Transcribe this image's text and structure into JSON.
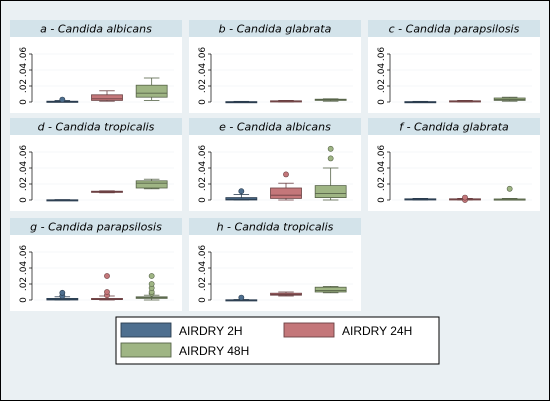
{
  "chart_data": {
    "type": "box",
    "y_ticks": [
      0,
      0.02,
      0.04,
      0.06
    ],
    "y_tick_labels": [
      "0",
      ".02",
      ".04",
      ".06"
    ],
    "ylim": [
      0,
      0.07
    ],
    "series": [
      {
        "name": "AIRDRY 2H",
        "color": "#4e6f8f"
      },
      {
        "name": "AIRDRY 24H",
        "color": "#c4777a"
      },
      {
        "name": "AIRDRY 48H",
        "color": "#9fb584"
      }
    ],
    "panels": [
      {
        "title": "a - Candida albicans",
        "boxes": [
          {
            "min": 0.0,
            "q1": 0.0,
            "median": 0.0005,
            "q3": 0.001,
            "max": 0.002,
            "outliers": [
              0.003
            ]
          },
          {
            "min": 0.001,
            "q1": 0.002,
            "median": 0.004,
            "q3": 0.009,
            "max": 0.014,
            "outliers": []
          },
          {
            "min": 0.002,
            "q1": 0.006,
            "median": 0.011,
            "q3": 0.021,
            "max": 0.03,
            "outliers": []
          }
        ]
      },
      {
        "title": "b - Candida glabrata",
        "boxes": [
          {
            "min": 0.0,
            "q1": 0.0,
            "median": 0.0,
            "q3": 0.0005,
            "max": 0.0008,
            "outliers": []
          },
          {
            "min": 0.0,
            "q1": 0.0005,
            "median": 0.001,
            "q3": 0.0015,
            "max": 0.002,
            "outliers": []
          },
          {
            "min": 0.001,
            "q1": 0.002,
            "median": 0.0025,
            "q3": 0.0035,
            "max": 0.004,
            "outliers": []
          }
        ]
      },
      {
        "title": "c - Candida parapsilosis",
        "boxes": [
          {
            "min": 0.0,
            "q1": 0.0,
            "median": 0.0,
            "q3": 0.0005,
            "max": 0.0008,
            "outliers": []
          },
          {
            "min": 0.0,
            "q1": 0.0005,
            "median": 0.001,
            "q3": 0.0015,
            "max": 0.002,
            "outliers": []
          },
          {
            "min": 0.001,
            "q1": 0.002,
            "median": 0.003,
            "q3": 0.005,
            "max": 0.006,
            "outliers": []
          }
        ]
      },
      {
        "title": "d - Candida tropicalis",
        "boxes": [
          {
            "min": 0.0,
            "q1": 0.0,
            "median": 0.0,
            "q3": 0.0003,
            "max": 0.0005,
            "outliers": []
          },
          {
            "min": 0.009,
            "q1": 0.0095,
            "median": 0.0105,
            "q3": 0.011,
            "max": 0.0115,
            "outliers": []
          },
          {
            "min": 0.014,
            "q1": 0.015,
            "median": 0.021,
            "q3": 0.024,
            "max": 0.026,
            "outliers": []
          }
        ]
      },
      {
        "title": "e - Candida albicans",
        "boxes": [
          {
            "min": 0.0,
            "q1": 0.0,
            "median": 0.001,
            "q3": 0.003,
            "max": 0.007,
            "outliers": [
              0.011
            ]
          },
          {
            "min": 0.0,
            "q1": 0.002,
            "median": 0.006,
            "q3": 0.015,
            "max": 0.021,
            "outliers": [
              0.032
            ]
          },
          {
            "min": 0.0,
            "q1": 0.003,
            "median": 0.008,
            "q3": 0.018,
            "max": 0.04,
            "outliers": [
              0.052,
              0.064
            ]
          }
        ]
      },
      {
        "title": "f - Candida glabrata",
        "boxes": [
          {
            "min": 0.0,
            "q1": 0.0,
            "median": 0.0005,
            "q3": 0.0015,
            "max": 0.002,
            "outliers": []
          },
          {
            "min": 0.0,
            "q1": 0.0005,
            "median": 0.001,
            "q3": 0.0015,
            "max": 0.002,
            "outliers": [
              0.0,
              0.003
            ]
          },
          {
            "min": 0.0,
            "q1": 0.0003,
            "median": 0.0008,
            "q3": 0.0013,
            "max": 0.002,
            "outliers": [
              0.014
            ]
          }
        ]
      },
      {
        "title": "g - Candida parapsilosis",
        "boxes": [
          {
            "min": 0.0,
            "q1": 0.0,
            "median": 0.001,
            "q3": 0.002,
            "max": 0.004,
            "outliers": [
              0.005,
              0.009
            ]
          },
          {
            "min": 0.0,
            "q1": 0.001,
            "median": 0.001,
            "q3": 0.002,
            "max": 0.005,
            "outliers": [
              0.006,
              0.01,
              0.03
            ]
          },
          {
            "min": 0.0,
            "q1": 0.002,
            "median": 0.003,
            "q3": 0.004,
            "max": 0.006,
            "outliers": [
              0.008,
              0.01,
              0.015,
              0.02,
              0.03
            ]
          }
        ]
      },
      {
        "title": "h - Candida tropicalis",
        "boxes": [
          {
            "min": 0.0,
            "q1": 0.0,
            "median": 0.0,
            "q3": 0.0003,
            "max": 0.0006,
            "outliers": [
              0.003
            ]
          },
          {
            "min": 0.005,
            "q1": 0.006,
            "median": 0.007,
            "q3": 0.0085,
            "max": 0.01,
            "outliers": []
          },
          {
            "min": 0.009,
            "q1": 0.01,
            "median": 0.012,
            "q3": 0.016,
            "max": 0.017,
            "outliers": []
          }
        ]
      }
    ]
  }
}
